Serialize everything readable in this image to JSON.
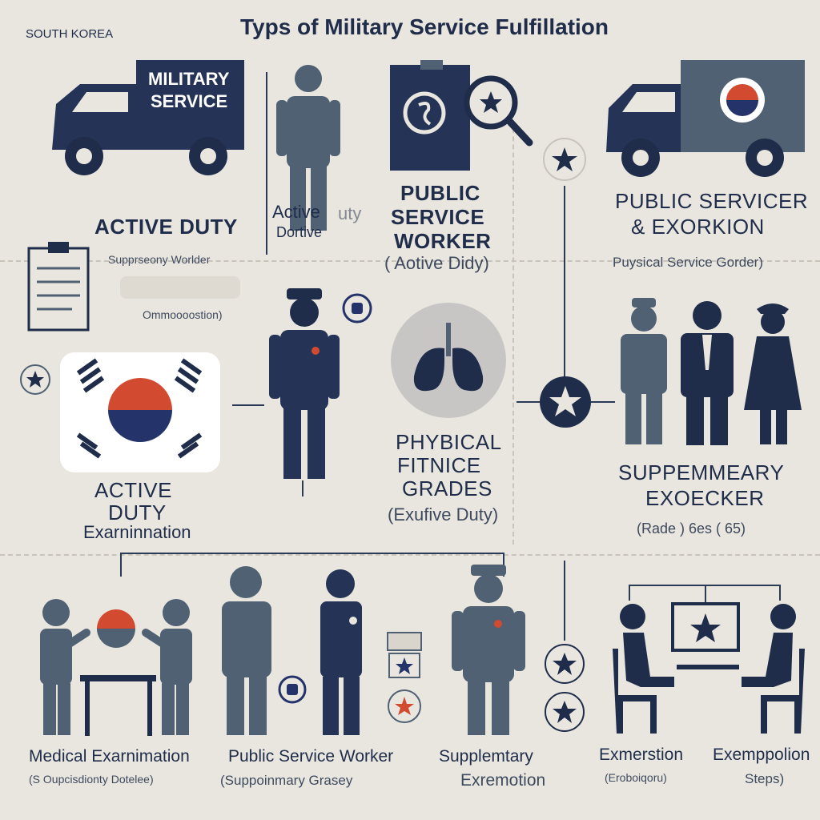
{
  "header": {
    "country": "SOUTH KOREA",
    "title": "Typs of Military Service Fulfillation"
  },
  "truck_left": {
    "label_line1": "MILITARY",
    "label_line2": "SERVICE"
  },
  "top_left": {
    "heading": "ACTIVE DUTY",
    "sub": "Supprseony Worlder",
    "sub2": "Ommoooostion)"
  },
  "top_center": {
    "label_line1": "Active",
    "label_line1b": "uty",
    "label_line2": "Dortive",
    "heading_line1": "PUBLIC",
    "heading_line2": "SERVICE",
    "heading_line3": "WORKER",
    "sub": "( Aotive  Didy)"
  },
  "top_right": {
    "heading_line1": "PUBLIC SERVICER",
    "heading_line2": "& EXORKION",
    "sub": "Puysical Service Gorder)"
  },
  "middle_left": {
    "heading_line1": "ACTIVE",
    "heading_line2": "DUTY",
    "sub": "Exarninnation"
  },
  "middle_center": {
    "heading_line1": "PHYBICAL",
    "heading_line2": "FITNICE",
    "heading_line3": "GRADES",
    "sub": "(Exufive  Duty)"
  },
  "middle_right": {
    "heading_line1": "SUPPEMMEARY",
    "heading_line2": "EXOECKER",
    "sub": "(Rade ) 6es ( 65)"
  },
  "bottom": {
    "label1": "Medical Exarnimation",
    "sub1": "(S Oupcisdionty Dotelee)",
    "label2": "Public Service Worker",
    "sub2": "(Suppoinmary Grasey",
    "label3_line1": "Supplemtary",
    "label3_line2": "Exremotion",
    "label4": "Exmerstion",
    "sub4": "(Eroboiqoru)",
    "label5": "Exemppolion",
    "sub5": "Steps)"
  },
  "colors": {
    "background": "#e9e6df",
    "navy": "#1f2d4a",
    "slate": "#4f6173",
    "red": "#d24a2f",
    "blue": "#25336b"
  },
  "icons": [
    "truck-icon",
    "person-icon",
    "clipboard-icon",
    "magnifier-icon",
    "star-icon",
    "korean-flag-icon",
    "lungs-icon",
    "medal-icon",
    "document-icon",
    "table-icon",
    "chair-icon"
  ]
}
